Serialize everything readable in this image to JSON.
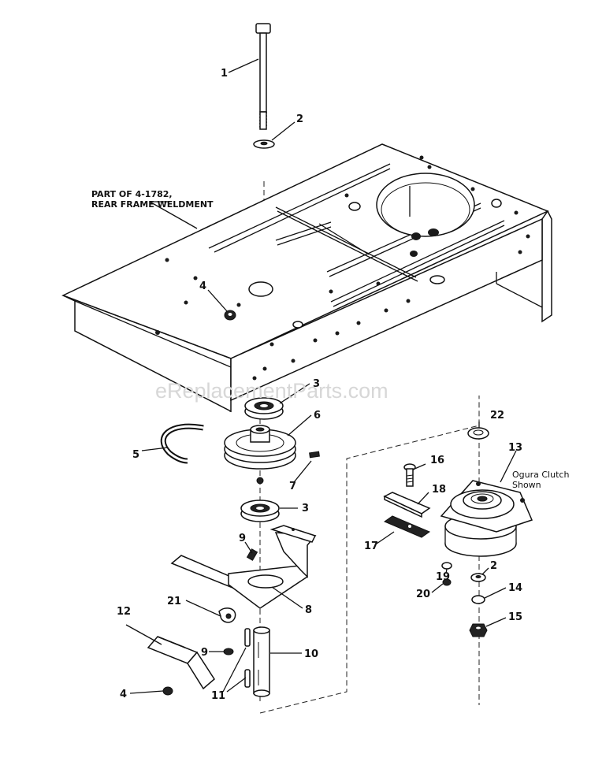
{
  "diagram": {
    "watermark": "eReplacementParts.com",
    "frame_note": {
      "line1": "PART OF 4-1782,",
      "line2": "REAR FRAME WELDMENT"
    },
    "clutch_note": {
      "line1": "Ogura Clutch",
      "line2": "Shown"
    },
    "callouts": [
      {
        "id": "c1",
        "text": "1"
      },
      {
        "id": "c2",
        "text": "2"
      },
      {
        "id": "c4a",
        "text": "4"
      },
      {
        "id": "c3a",
        "text": "3"
      },
      {
        "id": "c6",
        "text": "6"
      },
      {
        "id": "c5",
        "text": "5"
      },
      {
        "id": "c7",
        "text": "7"
      },
      {
        "id": "c3b",
        "text": "3"
      },
      {
        "id": "c9a",
        "text": "9"
      },
      {
        "id": "c8",
        "text": "8"
      },
      {
        "id": "c21",
        "text": "21"
      },
      {
        "id": "c12",
        "text": "12"
      },
      {
        "id": "c9b",
        "text": "9"
      },
      {
        "id": "c10",
        "text": "10"
      },
      {
        "id": "c4b",
        "text": "4"
      },
      {
        "id": "c11",
        "text": "11"
      },
      {
        "id": "c22",
        "text": "22"
      },
      {
        "id": "c13",
        "text": "13"
      },
      {
        "id": "c16",
        "text": "16"
      },
      {
        "id": "c18",
        "text": "18"
      },
      {
        "id": "c17",
        "text": "17"
      },
      {
        "id": "c19",
        "text": "19"
      },
      {
        "id": "c2b",
        "text": "2"
      },
      {
        "id": "c20",
        "text": "20"
      },
      {
        "id": "c14",
        "text": "14"
      },
      {
        "id": "c15",
        "text": "15"
      }
    ]
  }
}
